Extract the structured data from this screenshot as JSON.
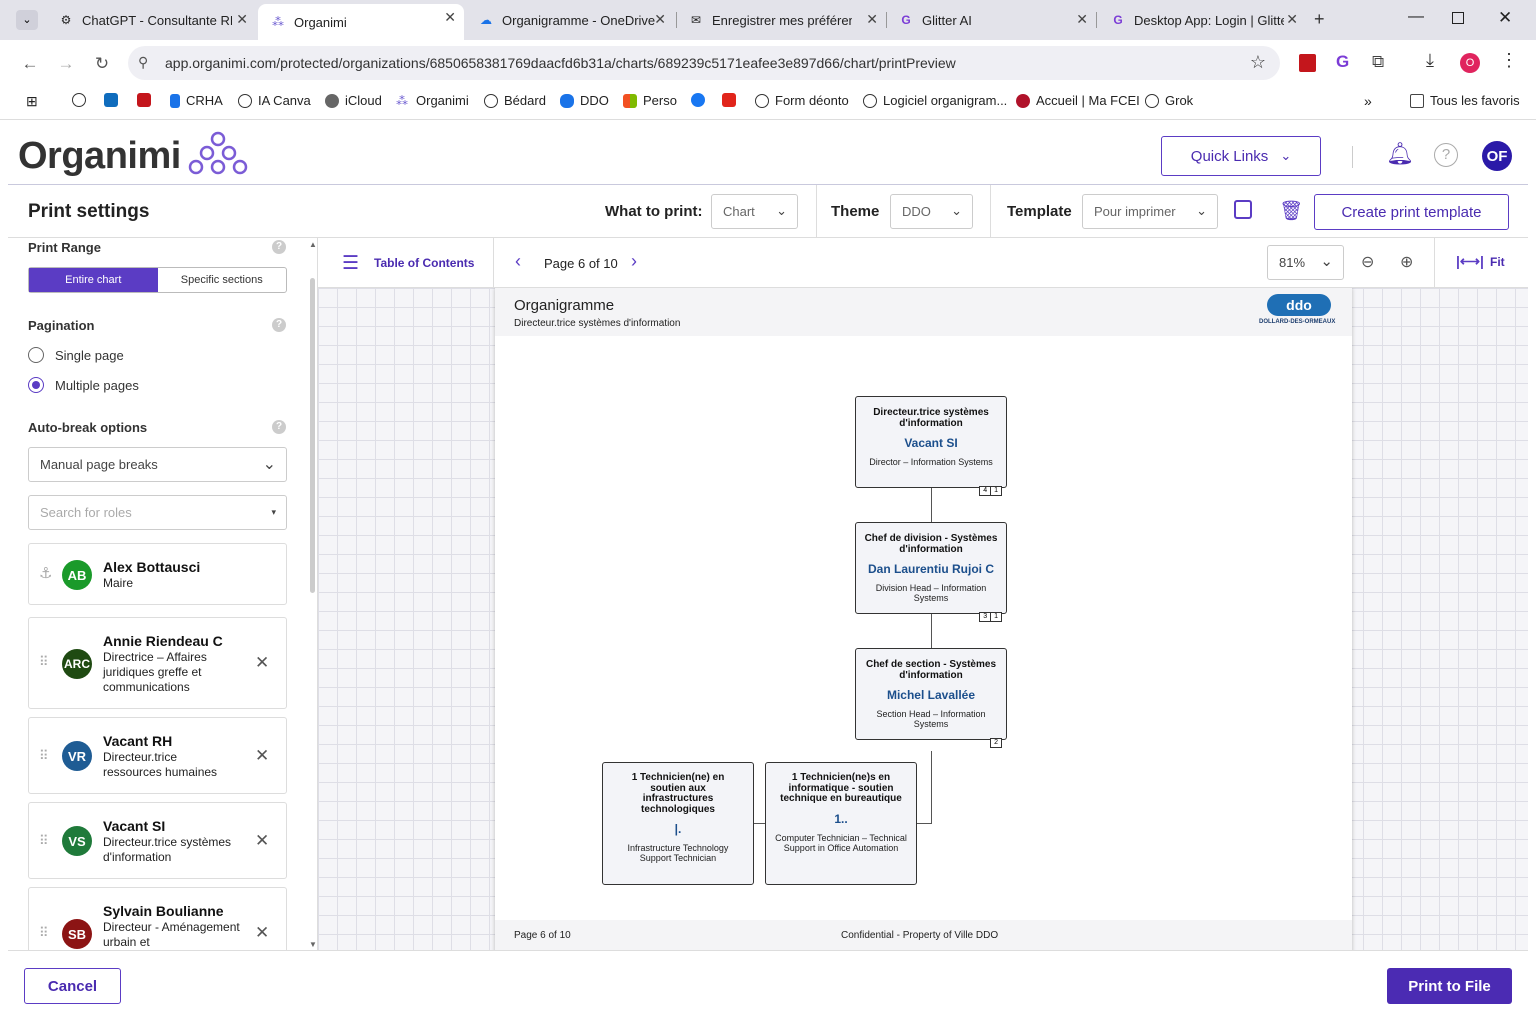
{
  "browser": {
    "tabs": [
      {
        "title": "ChatGPT - Consultante RH",
        "icon": "chatgpt-icon"
      },
      {
        "title": "Organimi",
        "icon": "organimi-icon"
      },
      {
        "title": "Organigramme - OneDrive",
        "icon": "onedrive-icon"
      },
      {
        "title": "Enregistrer mes préférences",
        "icon": "mail-icon"
      },
      {
        "title": "Glitter AI",
        "icon": "glitter-icon"
      },
      {
        "title": "Desktop App: Login | Glitter",
        "icon": "glitter-icon"
      }
    ],
    "url": "app.organimi.com/protected/organizations/6850658381769daacfd6b31a/charts/689239c5171eafee3e897d66/chart/printPreview",
    "bookmarks": [
      "CRHA",
      "IA Canva",
      "iCloud",
      "Organimi",
      "Bédard",
      "DDO",
      "Perso",
      "Form déonto",
      "Logiciel organigram...",
      "Accueil | Ma FCEI",
      "Grok"
    ],
    "all_bookmarks": "Tous les favoris",
    "profile_initial": "O"
  },
  "header": {
    "logo": "Organimi",
    "quick_links": "Quick Links",
    "avatar": "OF"
  },
  "settings_bar": {
    "title": "Print settings",
    "what_to_print_label": "What to print:",
    "what_to_print_value": "Chart",
    "theme_label": "Theme",
    "theme_value": "DDO",
    "template_label": "Template",
    "template_value": "Pour imprimer",
    "create_template": "Create print template"
  },
  "left_panel": {
    "print_range": "Print Range",
    "range_options": [
      "Entire chart",
      "Specific sections"
    ],
    "pagination": "Pagination",
    "pagination_options": [
      "Single page",
      "Multiple pages"
    ],
    "pagination_selected": "Multiple pages",
    "auto_break": "Auto-break options",
    "auto_break_value": "Manual page breaks",
    "search_placeholder": "Search for roles",
    "roles": [
      {
        "initials": "AB",
        "name": "Alex Bottausci",
        "role": "Maire",
        "color": "#1a9a2a"
      },
      {
        "initials": "ARC",
        "name": "Annie Riendeau C",
        "role": "Directrice – Affaires juridiques greffe et communications",
        "color": "#1f4a12"
      },
      {
        "initials": "VR",
        "name": "Vacant RH",
        "role": "Directeur.trice ressources humaines",
        "color": "#1f5c94"
      },
      {
        "initials": "VS",
        "name": "Vacant SI",
        "role": "Directeur.trice systèmes d'information",
        "color": "#1f7a3a"
      },
      {
        "initials": "SB",
        "name": "Sylvain Boulianne",
        "role": "Directeur - Aménagement urbain et",
        "color": "#8c1414"
      }
    ]
  },
  "preview_toolbar": {
    "toc": "Table of Contents",
    "page_indicator": "Page 6 of 10",
    "zoom": "81%",
    "fit": "Fit"
  },
  "page": {
    "title": "Organigramme",
    "subtitle": "Directeur.trice systèmes d'information",
    "logo_text": "DOLLARD-DES-ORMEAUX",
    "logo_mark": "ddo",
    "footer_left": "Page 6 of 10",
    "footer_center": "Confidential - Property of Ville DDO",
    "nodes": [
      {
        "title": "Directeur.trice systèmes d'information",
        "person": "Vacant SI",
        "sub": "Director – Information Systems",
        "counts": [
          "4",
          "1"
        ]
      },
      {
        "title": "Chef de division - Systèmes d'information",
        "person": "Dan Laurentiu Rujoi C",
        "sub": "Division Head – Information Systems",
        "counts": [
          "3",
          "1"
        ]
      },
      {
        "title": "Chef de section - Systèmes d'information",
        "person": "Michel Lavallée",
        "sub": "Section Head – Information Systems",
        "counts": [
          "2"
        ]
      },
      {
        "title": "1 Technicien(ne) en soutien aux infrastructures technologiques",
        "person": "|.",
        "sub": "Infrastructure Technology Support Technician",
        "counts": []
      },
      {
        "title": "1 Technicien(ne)s en informatique - soutien technique en bureautique",
        "person": "1..",
        "sub": "Computer Technician – Technical Support in Office Automation",
        "counts": []
      }
    ]
  },
  "footer": {
    "cancel": "Cancel",
    "print": "Print to File"
  },
  "colors": {
    "accent": "#5b3cc4",
    "person_text": "#1c4f8c"
  }
}
